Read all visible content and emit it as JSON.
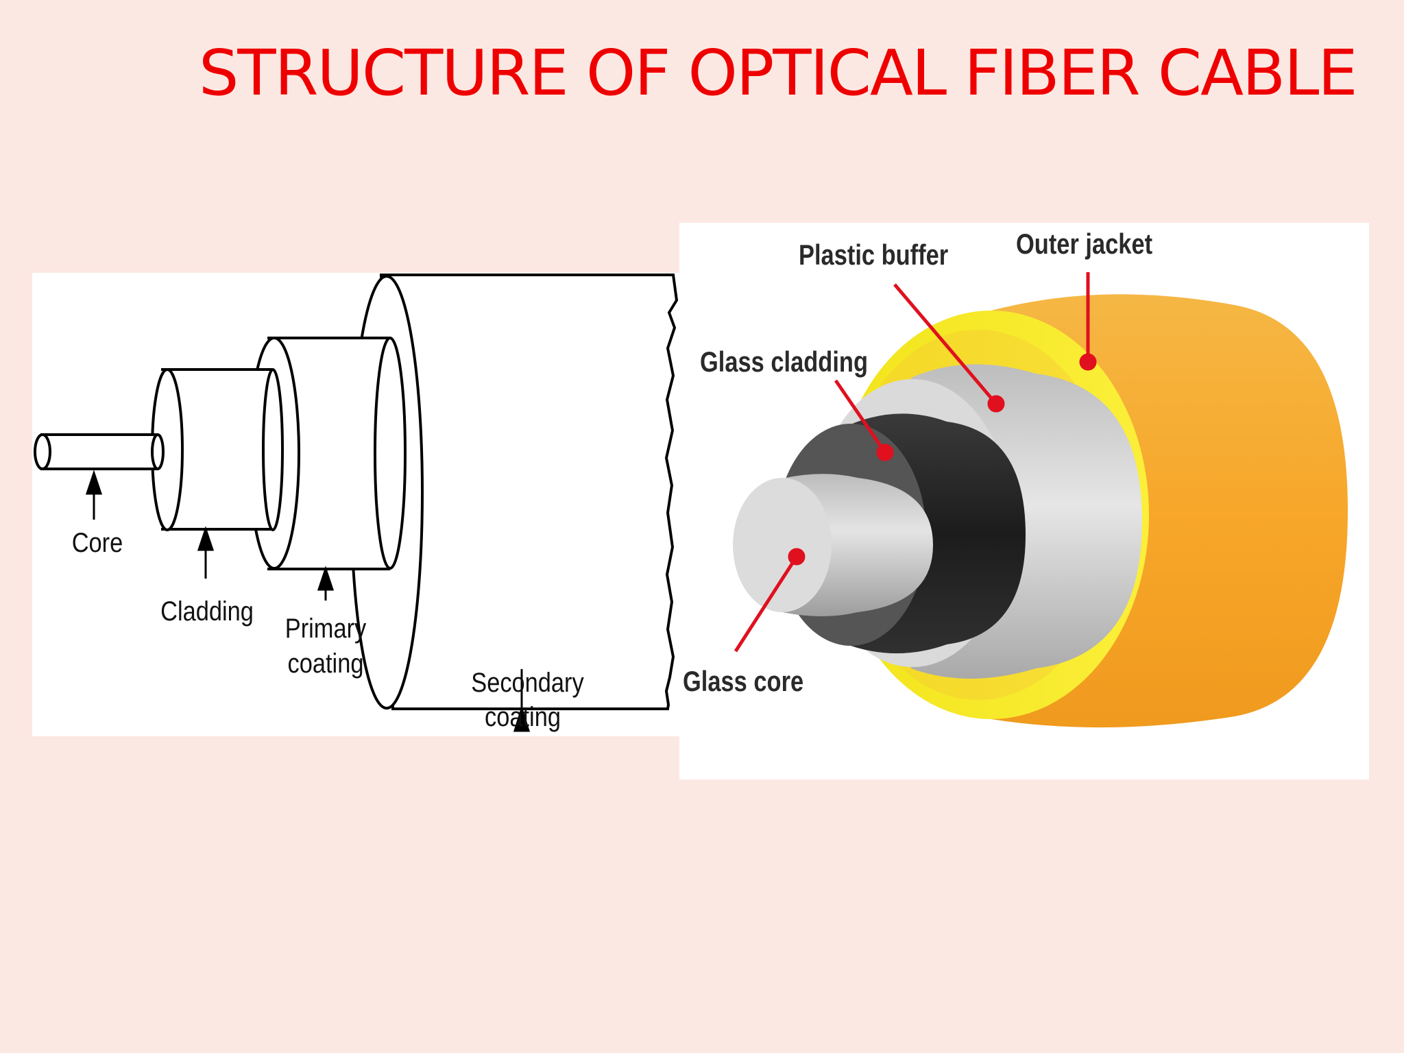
{
  "title": "STRUCTURE OF OPTICAL FIBER CABLE",
  "left_diagram": {
    "labels": {
      "core": "Core",
      "cladding": "Cladding",
      "primary_coating_1": "Primary",
      "primary_coating_2": "coating",
      "secondary_coating_1": "Secondary",
      "secondary_coating_2": "coating"
    }
  },
  "right_diagram": {
    "labels": {
      "plastic_buffer": "Plastic buffer",
      "outer_jacket": "Outer jacket",
      "glass_cladding": "Glass cladding",
      "glass_core": "Glass core"
    },
    "colors": {
      "outer_jacket": "#f6a623",
      "jacket_rim": "#f7e81c",
      "plastic_buffer": "#c8c8c8",
      "glass_cladding": "#2e2e2e",
      "glass_core": "#d6d6d6",
      "pointer": "#e0101e"
    }
  },
  "colors": {
    "background": "#fce8e2",
    "title": "#ee0000"
  }
}
